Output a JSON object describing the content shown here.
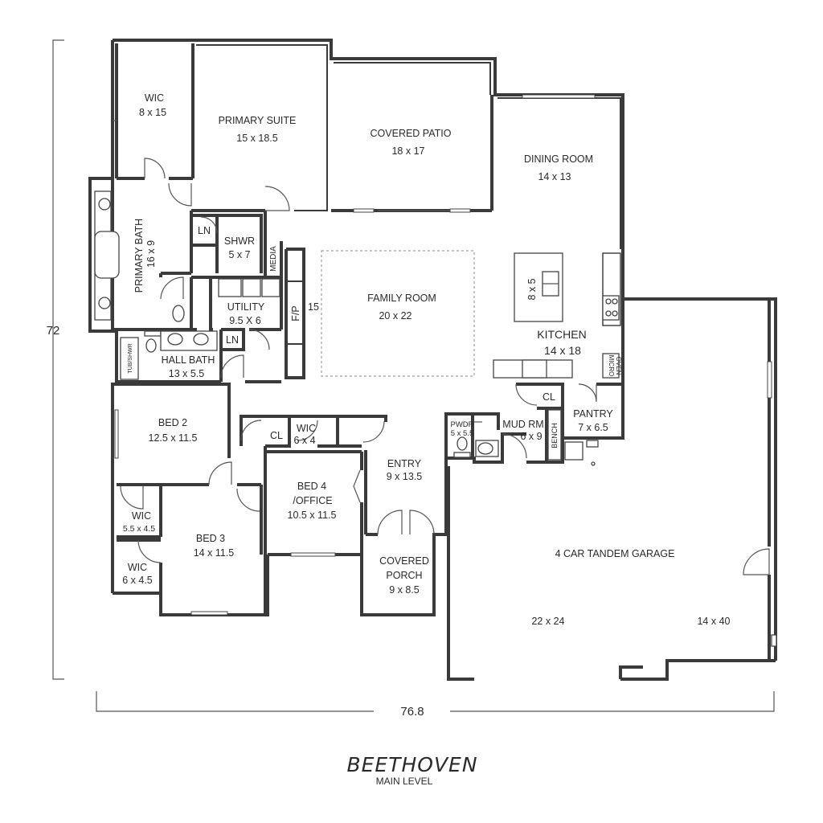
{
  "plan": {
    "title": "BEETHOVEN",
    "subtitle": "MAIN LEVEL",
    "dim_height": "72",
    "dim_width": "76.8",
    "rooms": {
      "wic_primary": {
        "name": "WIC",
        "size": "8 x 15"
      },
      "primary_suite": {
        "name": "PRIMARY SUITE",
        "size": "15 x 18.5"
      },
      "covered_patio": {
        "name": "COVERED PATIO",
        "size": "18 x 17"
      },
      "dining_room": {
        "name": "DINING ROOM",
        "size": "14 x 13"
      },
      "primary_bath": {
        "name": "PRIMARY BATH",
        "size": "16 x 9"
      },
      "ln_upper": {
        "name": "LN"
      },
      "shwr": {
        "name": "SHWR",
        "size": "5 x 7"
      },
      "media": {
        "name": "MEDIA"
      },
      "utility": {
        "name": "UTILITY",
        "size": "9.5 X 6"
      },
      "fp": {
        "name": "F/P"
      },
      "fp_width": "15",
      "family_room": {
        "name": "FAMILY ROOM",
        "size": "20 x 22"
      },
      "island": {
        "size": "8 x 5"
      },
      "kitchen": {
        "name": "KITCHEN",
        "size": "14 x 18"
      },
      "hall_bath": {
        "name": "HALL BATH",
        "size": "13 x 5.5"
      },
      "ln_lower": {
        "name": "LN"
      },
      "tub_shwr": {
        "name": "TUB/SHWR"
      },
      "micro": {
        "name": "MICRO"
      },
      "oven": {
        "name": "OVEN"
      },
      "cl_kitchen": {
        "name": "CL"
      },
      "pantry": {
        "name": "PANTRY",
        "size": "7 x 6.5"
      },
      "bed2": {
        "name": "BED 2",
        "size": "12.5 x 11.5"
      },
      "cl_bed4": {
        "name": "CL"
      },
      "wic_bed4": {
        "name": "WIC",
        "size": "6 x 4"
      },
      "entry": {
        "name": "ENTRY",
        "size": "9 x 13.5"
      },
      "pwdr": {
        "name": "PWDR",
        "size": "5 x 5.5"
      },
      "mud_rm": {
        "name": "MUD RM",
        "size": "6 x 9"
      },
      "bench": {
        "name": "BENCH"
      },
      "bed4": {
        "name": "BED 4",
        "name2": "/OFFICE",
        "size": "10.5 x 11.5"
      },
      "wic_bed2": {
        "name": "WIC",
        "size": "5.5 x 4.5"
      },
      "bed3": {
        "name": "BED 3",
        "size": "14 x 11.5"
      },
      "wic_bed3": {
        "name": "WIC",
        "size": "6 x 4.5"
      },
      "covered_porch": {
        "name": "COVERED",
        "name2": "PORCH",
        "size": "9 x 8.5"
      },
      "garage": {
        "name": "4 CAR TANDEM GARAGE",
        "size_a": "22 x 24",
        "size_b": "14 x 40"
      }
    }
  }
}
